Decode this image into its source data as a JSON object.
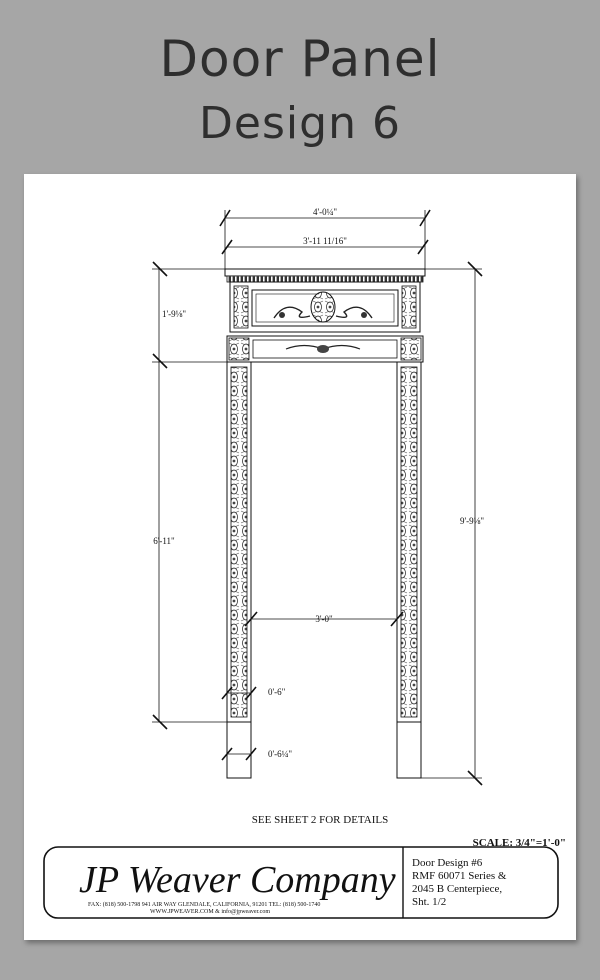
{
  "header": {
    "title": "Door Panel",
    "subtitle": "Design 6"
  },
  "dimensions": {
    "overall_width": "4'-0¼\"",
    "inner_width": "3'-11 11/16\"",
    "top_height": "1'-9⅛\"",
    "side_height": "6'-11\"",
    "total_height": "9'-9⅛\"",
    "opening_width": "3'-0\"",
    "pilaster_width": "0'-6\"",
    "base_width": "0'-6¼\""
  },
  "notes": {
    "details": "SEE SHEET 2 FOR DETAILS",
    "scale": "SCALE: 3/4\"=1'-0\""
  },
  "title_block": {
    "company": "JP Weaver Company",
    "address_line": "FAX: (818) 500-1798   941 AIR WAY  GLENDALE, CALIFORNIA, 91201  TEL: (818) 500-1740",
    "web_line": "WWW.JPWEAVER.COM  & info@jpweaver.com",
    "info": [
      "Door Design #6",
      "RMF 60071 Series &",
      "2045 B Centerpiece,",
      "Sht. 1/2"
    ]
  }
}
